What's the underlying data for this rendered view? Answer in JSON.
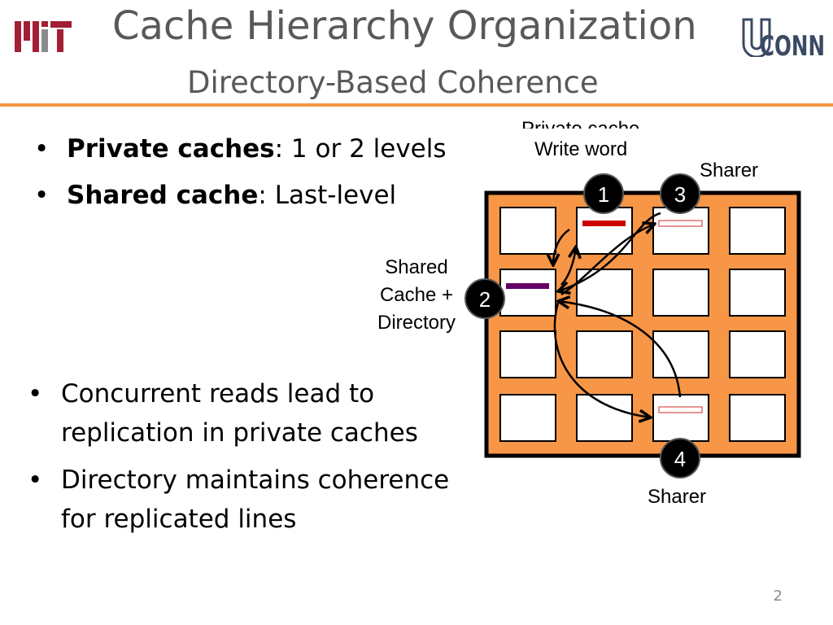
{
  "header": {
    "title": "Cache Hierarchy Organization",
    "subtitle": "Directory-Based Coherence",
    "left_logo_alt": "MIT logo",
    "left_logo_text": "MIT",
    "right_logo_alt": "UConn logo",
    "right_logo_text": "UCONN"
  },
  "bullets_top": [
    {
      "bold": "Private caches",
      "rest": ": 1 or 2 levels"
    },
    {
      "bold": "Shared cache",
      "rest": ": Last-level"
    }
  ],
  "bullets_bottom": [
    {
      "text": "Concurrent reads lead to replication in private caches"
    },
    {
      "text": "Directory maintains coherence for replicated lines"
    }
  ],
  "bullet_char": "•",
  "diagram": {
    "label_private_cache": "Private cache",
    "label_write_word": "Write word",
    "label_sharer_top": "Sharer",
    "label_shared_cache_line1": "Shared",
    "label_shared_cache_line2": "Cache +",
    "label_shared_cache_line3": "Directory",
    "label_sharer_bottom": "Sharer",
    "steps": [
      "1",
      "2",
      "3",
      "4"
    ],
    "colors": {
      "grid_fill": "#f79646",
      "grid_border": "#000000",
      "write_word": "#cc0000",
      "directory_line": "#660066",
      "shared_line_outline": "#e07070",
      "step_circle": "#000000"
    }
  },
  "page_number": "2"
}
